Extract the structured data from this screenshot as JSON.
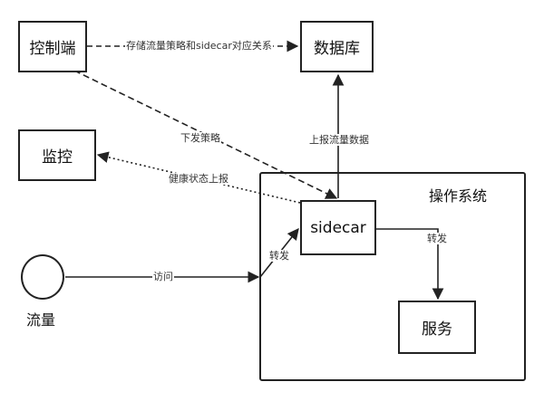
{
  "nodes": {
    "control": "控制端",
    "database": "数据库",
    "monitor": "监控",
    "sidecar": "sidecar",
    "service": "服务",
    "os": "操作系统",
    "traffic": "流量"
  },
  "edges": {
    "control_to_db": "存储流量策略和sidecar对应关系",
    "control_to_sidecar": "下发策略",
    "sidecar_to_db": "上报流量数据",
    "sidecar_to_monitor": "健康状态上报",
    "traffic_access": "访问",
    "traffic_forward": "转发",
    "sidecar_to_service": "转发"
  }
}
